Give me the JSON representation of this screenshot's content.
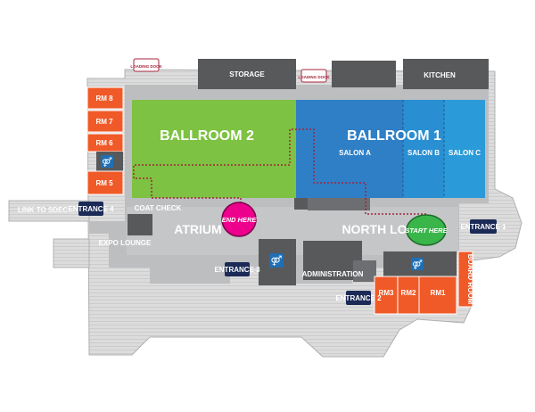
{
  "map": {
    "title": "",
    "rooms": {
      "ballroom2": "BALLROOM 2",
      "ballroom1": "BALLROOM 1",
      "salon_a": "SALON A",
      "salon_b": "SALON B",
      "salon_c": "SALON C",
      "storage": "STORAGE",
      "kitchen": "KITCHEN",
      "atrium": "ATRIUM",
      "north_lobby": "NORTH LO",
      "administration": "ADMINISTRATION",
      "rm8": "RM 8",
      "rm7": "RM 7",
      "rm6": "RM 6",
      "rm5": "RM 5",
      "rm3": "RM3",
      "rm2": "RM2",
      "rm1": "RM1",
      "board_room": "BOARD ROOM",
      "expo_lounge": "EXPO LOUNGE",
      "coat_check": "COAT CHECK",
      "link_to_sdec": "LINK TO SDEC"
    },
    "entrances": {
      "e1": "ENTRANCE 1",
      "e2": "ENTRANCE 2",
      "e3": "ENTRANCE 3",
      "e4": "ENTRANCE 4"
    },
    "loading_docks": {
      "left": "LOADING DOCK",
      "right": "LOADING DOCK"
    },
    "markers": {
      "end": "END HERE",
      "start": "START HERE"
    },
    "colors": {
      "ballroom2": "#7dc242",
      "ballroom1": "#2f7fc6",
      "salon": "#2b9ad8",
      "meeting_rooms": "#f05a28",
      "service": "#58595b",
      "corridor": "#bcbec0",
      "exterior": "#d1d3d4",
      "route": "#a4243b",
      "end_marker": "#ec008c",
      "start_marker": "#39b54a",
      "entrance_badge": "#1b2a56",
      "dock_badge": "#a4243b"
    }
  }
}
